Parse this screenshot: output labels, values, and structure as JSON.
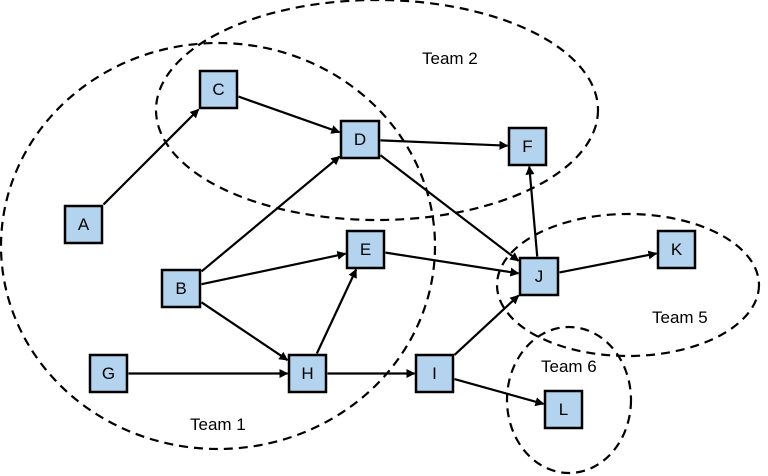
{
  "teams": {
    "team1": "Team 1",
    "team2": "Team 2",
    "team5": "Team 5",
    "team6": "Team 6"
  },
  "nodes": {
    "A": "A",
    "B": "B",
    "C": "C",
    "D": "D",
    "E": "E",
    "F": "F",
    "G": "G",
    "H": "H",
    "I": "I",
    "J": "J",
    "K": "K",
    "L": "L"
  },
  "edges": [
    [
      "A",
      "C"
    ],
    [
      "C",
      "D"
    ],
    [
      "D",
      "F"
    ],
    [
      "D",
      "J"
    ],
    [
      "B",
      "D"
    ],
    [
      "B",
      "E"
    ],
    [
      "B",
      "H"
    ],
    [
      "G",
      "H"
    ],
    [
      "H",
      "E"
    ],
    [
      "H",
      "I"
    ],
    [
      "E",
      "J"
    ],
    [
      "I",
      "J"
    ],
    [
      "I",
      "L"
    ],
    [
      "J",
      "F"
    ],
    [
      "J",
      "K"
    ]
  ]
}
